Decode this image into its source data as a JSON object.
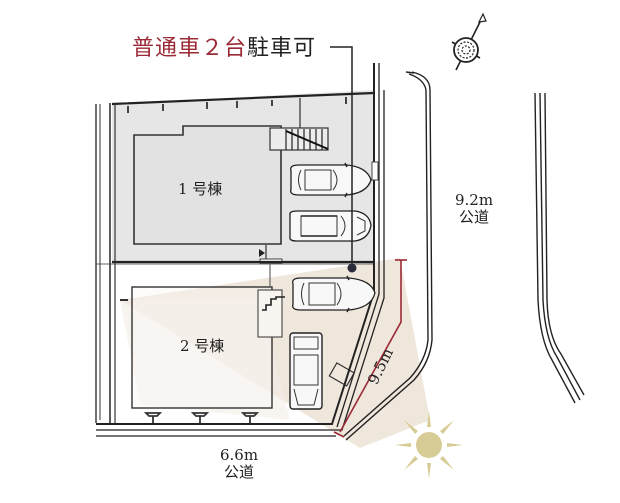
{
  "title": {
    "highlight": "普通車２台",
    "rest": "駐車可"
  },
  "buildings": [
    {
      "id": "1",
      "label": "1 号棟"
    },
    {
      "id": "2",
      "label": "2 号棟"
    }
  ],
  "roads": {
    "east": {
      "width": "9.2m",
      "type": "公道"
    },
    "south": {
      "width": "6.6m",
      "type": "公道"
    }
  },
  "frontage": {
    "length": "9.5m"
  },
  "parking": {
    "cars": 4,
    "capacity_text": "普通車２台駐車可"
  },
  "icons": {
    "compass": "north-arrow-icon",
    "sun": "sun-icon",
    "leader_dot": "leader-dot-icon"
  },
  "colors": {
    "accent_red": "#9b2a36",
    "lot1_fill": "#e6e6e6",
    "lot2_fill": "#f6f1ec",
    "sunlight": "#e3d6c8",
    "sun": "#d8cc96",
    "line": "#2a2a2a"
  }
}
